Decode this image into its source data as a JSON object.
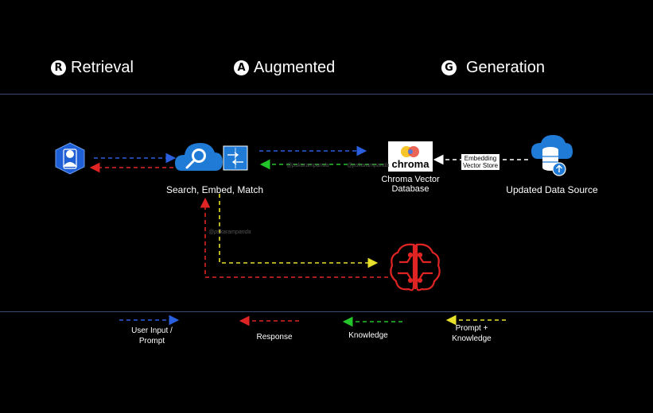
{
  "phases": [
    {
      "letter": "R",
      "title": "Retrieval"
    },
    {
      "letter": "A",
      "title": "Augmented"
    },
    {
      "letter": "G",
      "title": "Generation"
    }
  ],
  "nodes": {
    "user": {
      "icon": "user-icon"
    },
    "search": {
      "icon": "search-cloud-icon",
      "label": "Search, Embed, Match"
    },
    "chroma": {
      "icon": "chroma-logo",
      "logo_text": "chroma",
      "label_line1": "Chroma Vector",
      "label_line2": "Database"
    },
    "datasource": {
      "icon": "database-cloud-icon",
      "label": "Updated Data Source"
    },
    "llm": {
      "icon": "brain-circuit-icon"
    }
  },
  "embedding_tag": {
    "line1": "Embedding",
    "line2": "Vector Store"
  },
  "watermark": "@pskarampanda",
  "legend": [
    {
      "color": "#2a5fe0",
      "line1": "User Input /",
      "line2": "Prompt"
    },
    {
      "color": "#e02424",
      "line1": "Response",
      "line2": ""
    },
    {
      "color": "#22c52a",
      "line1": "Knowledge",
      "line2": ""
    },
    {
      "color": "#e8e02a",
      "line1": "Prompt +",
      "line2": "Knowledge"
    }
  ],
  "colors": {
    "blue": "#2a5fe0",
    "red": "#e02424",
    "green": "#22c52a",
    "yellow": "#e8e02a",
    "white": "#ffffff",
    "azure": "#1f7bd6"
  }
}
